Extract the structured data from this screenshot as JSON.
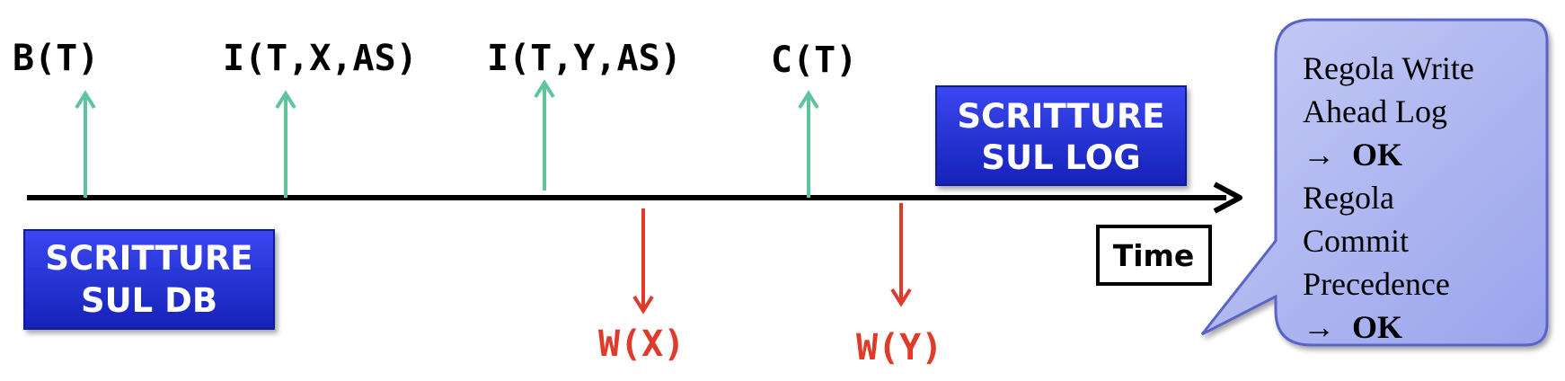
{
  "events": [
    {
      "label": "B(T)"
    },
    {
      "label": "I(T,X,AS)"
    },
    {
      "label": "I(T,Y,AS)"
    },
    {
      "label": "C(T)"
    }
  ],
  "db_writes": [
    {
      "label": "W(X)"
    },
    {
      "label": "W(Y)"
    }
  ],
  "log_box": {
    "line1": "SCRITTURE",
    "line2": "SUL LOG"
  },
  "db_box": {
    "line1": "SCRITTURE",
    "line2": "SUL DB"
  },
  "time_label": "Time",
  "callout": {
    "line1": "Regola Write",
    "line2": "Ahead Log",
    "line3_arrow": "→",
    "line3_ok": "OK",
    "line4": "Regola",
    "line5": "Commit",
    "line6": "Precedence",
    "line7_arrow": "→",
    "line7_ok": "OK"
  },
  "colors": {
    "up_arrow": "#5ec49b",
    "down_arrow": "#e03a2a",
    "box_fill": "#1f2ed6",
    "callout_fill": "#aab3f0",
    "axis": "#000000"
  }
}
